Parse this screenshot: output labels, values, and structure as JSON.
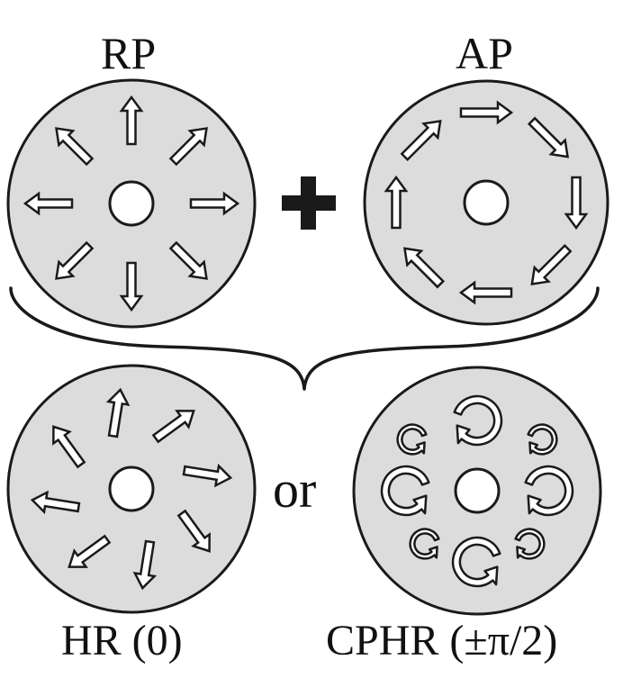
{
  "labels": {
    "rp": "RP",
    "ap": "AP",
    "or": "or",
    "hr": "HR (0)",
    "cphr": "CPHR (±π/2)"
  },
  "colors": {
    "disk_fill": "#dcdcdc",
    "stroke": "#1a1a1a",
    "arrow_fill": "#ffffff",
    "background": "#ffffff"
  },
  "icons": {
    "plus": "plus-icon",
    "brace": "curly-brace-icon"
  }
}
